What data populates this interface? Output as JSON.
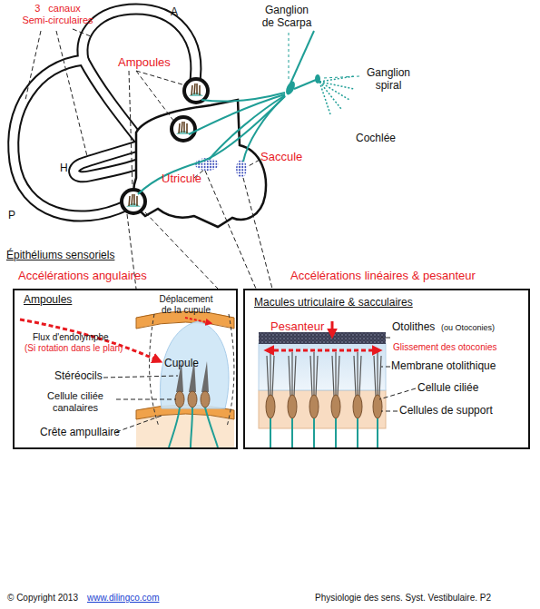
{
  "diagram": {
    "nodes": [
      {
        "text": [
          "Accélérations angulaires",
          "Ampoules",
          "Déplacement de la cupule",
          "Flux d'endolymphe",
          "(Si rotation dans le plan)",
          "Cupule",
          "Stéréocils",
          "Cellule ciliée canalaires",
          "Crête ampullaire"
        ]
      },
      {
        "text": [
          "Accélérations linéaires & pesanteur",
          "Macules utriculaire & sacculaires",
          "Pesanteur",
          "Otolithes",
          "(ou Otoconies)",
          "Glissement des otoconies",
          "Membrane otolithique",
          "Cellule ciliée",
          "Cellules de support"
        ]
      }
    ],
    "labels": [
      "3 canaux Semi-circulaires",
      "A",
      "H",
      "P",
      "Ampoules",
      "Ganglion de Scarpa",
      "Ganglion spiral",
      "Cochlée",
      "Saccule",
      "Utricule",
      "Épithéliums sensoriels",
      "© Copyright 2013",
      "www.dilingco.com",
      "Physiologie des sens. Syst. Vestibulaire. P2"
    ]
  }
}
